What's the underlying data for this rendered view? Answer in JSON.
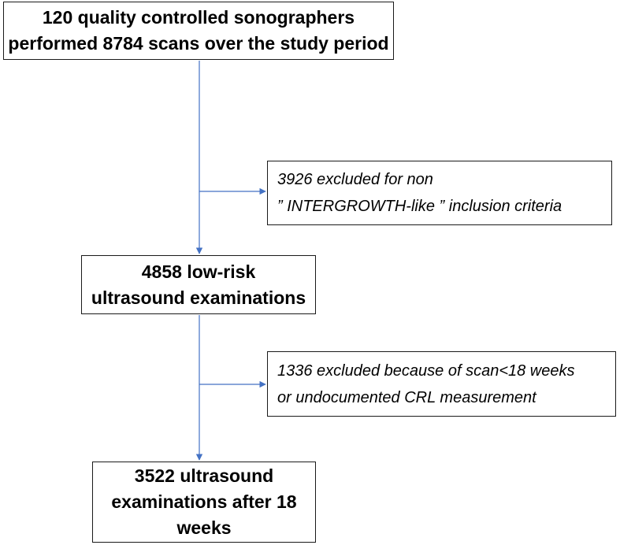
{
  "nodes": {
    "start": {
      "lines": [
        "120 quality controlled sonographers",
        "performed 8784 scans over the study period"
      ]
    },
    "low_risk": {
      "lines": [
        "4858 low-risk",
        "ultrasound examinations"
      ]
    },
    "final": {
      "lines": [
        "3522 ultrasound",
        "examinations after 18",
        "weeks"
      ]
    },
    "excluded_1": {
      "lines": [
        "3926 excluded  for non",
        "” INTERGROWTH-like ” inclusion criteria"
      ]
    },
    "excluded_2": {
      "lines": [
        "1336 excluded because of scan<18 weeks",
        "or undocumented CRL measurement"
      ]
    }
  },
  "colors": {
    "connector": "#4472c4",
    "border": "#1a1a1a"
  }
}
